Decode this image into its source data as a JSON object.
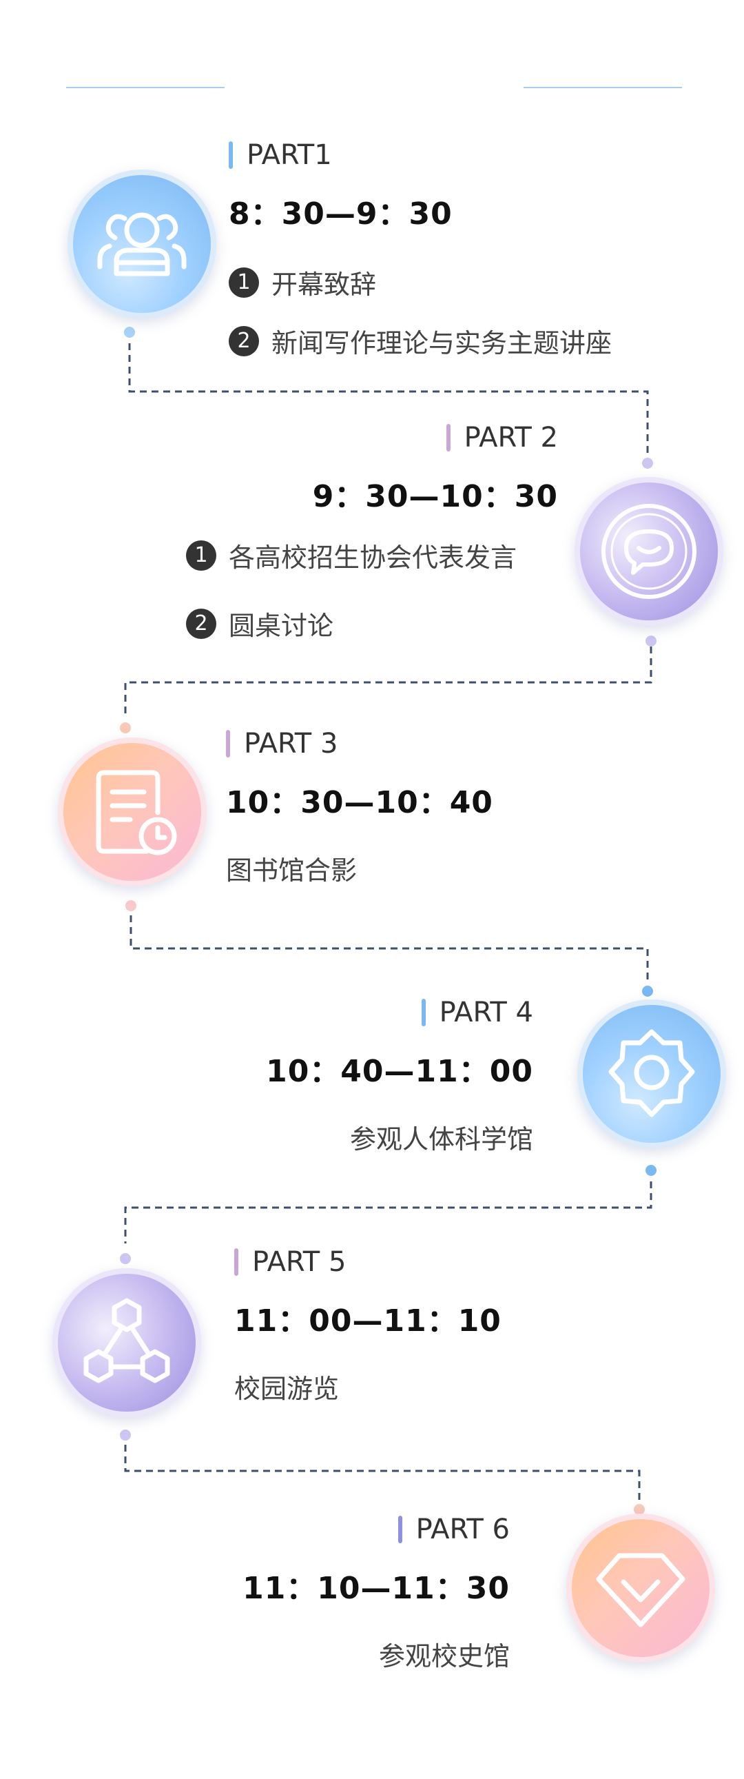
{
  "parts": [
    {
      "label": "PART1",
      "time": "8：30—9：30",
      "items": [
        {
          "num": "1",
          "text": "开幕致辞"
        },
        {
          "num": "2",
          "text": "新闻写作理论与实务主题讲座"
        }
      ],
      "bar_color": "#7ab8f2",
      "icon": "users-group-icon"
    },
    {
      "label": "PART 2",
      "time": "9：30—10：30",
      "items": [
        {
          "num": "1",
          "text": "各高校招生协会代表发言"
        },
        {
          "num": "2",
          "text": "圆桌讨论"
        }
      ],
      "bar_color": "#c9a6d8",
      "icon": "chat-bubble-icon"
    },
    {
      "label": "PART 3",
      "time": "10：30—10：40",
      "text": "图书馆合影",
      "bar_color": "#c9a6d8",
      "icon": "document-clock-icon"
    },
    {
      "label": "PART 4",
      "time": "10：40—11：00",
      "text": "参观人体科学馆",
      "bar_color": "#7ab8f2",
      "icon": "gear-icon"
    },
    {
      "label": "PART 5",
      "time": "11：00—11：10",
      "text": "校园游览",
      "bar_color": "#c9a6d8",
      "icon": "hexagon-network-icon"
    },
    {
      "label": "PART 6",
      "time": "11：10—11：30",
      "text": "参观校史馆",
      "bar_color": "#8f8fe0",
      "icon": "diamond-check-icon"
    }
  ],
  "colors": {
    "connector": "#3f4e6e",
    "blue_dot": "#a9d2f7",
    "purple_dot": "#cdc5f2",
    "peach_dot": "#f9c9b8"
  }
}
